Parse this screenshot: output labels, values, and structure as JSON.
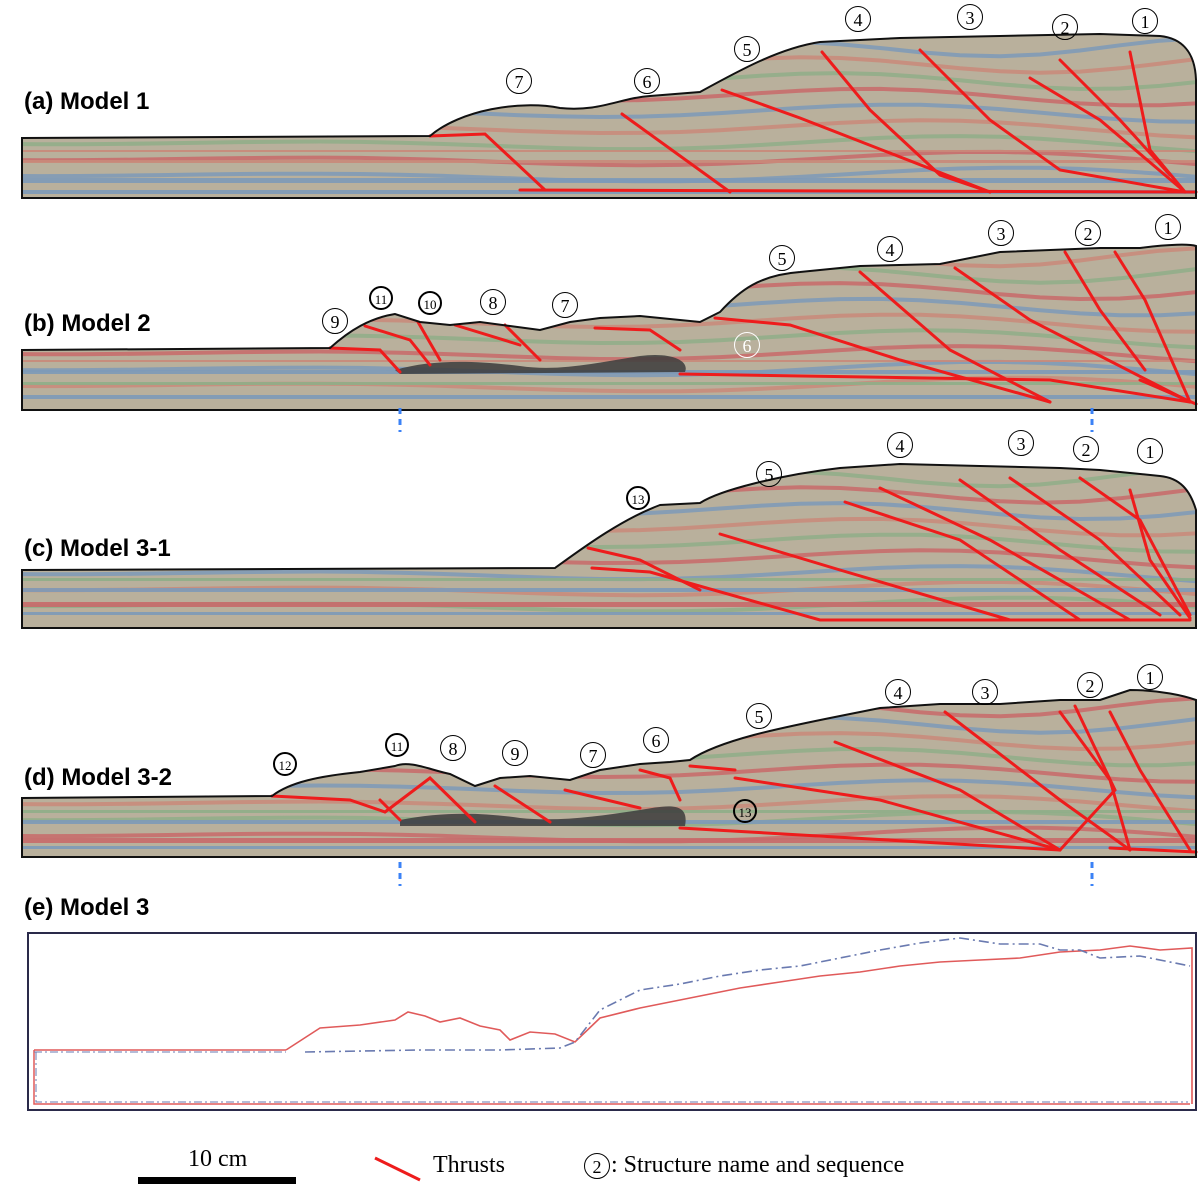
{
  "panels": [
    {
      "label": "(a) Model 1",
      "structures": [
        "7",
        "6",
        "5",
        "4",
        "3",
        "2",
        "1"
      ]
    },
    {
      "label": "(b) Model 2",
      "structures": [
        "9",
        "11",
        "10",
        "8",
        "7",
        "6",
        "5",
        "4",
        "3",
        "2",
        "1"
      ]
    },
    {
      "label": "(c) Model 3-1",
      "structures": [
        "13",
        "5",
        "4",
        "3",
        "2",
        "1"
      ]
    },
    {
      "label": "(d) Model 3-2",
      "structures": [
        "12",
        "11",
        "8",
        "9",
        "7",
        "6",
        "13",
        "5",
        "4",
        "3",
        "2",
        "1"
      ]
    },
    {
      "label": "(e) Model 3"
    }
  ],
  "legend": {
    "scale_label": "10 cm",
    "thrusts_label": "Thrusts",
    "structure_symbol": "2",
    "structure_label": ": Structure name and sequence"
  },
  "colors": {
    "thrust": "#ee1c1c",
    "outline": "#111111",
    "sand": "#b9b09c",
    "blue_layer": "#7d9ab8",
    "pink_layer": "#c98a7a",
    "green_layer": "#8fae88",
    "red_layer": "#c86a6a",
    "detachment": "#3c3c3c",
    "marker": "#3b82f6",
    "profile_red": "#e05a5a",
    "profile_blue": "#6a7ab0"
  }
}
